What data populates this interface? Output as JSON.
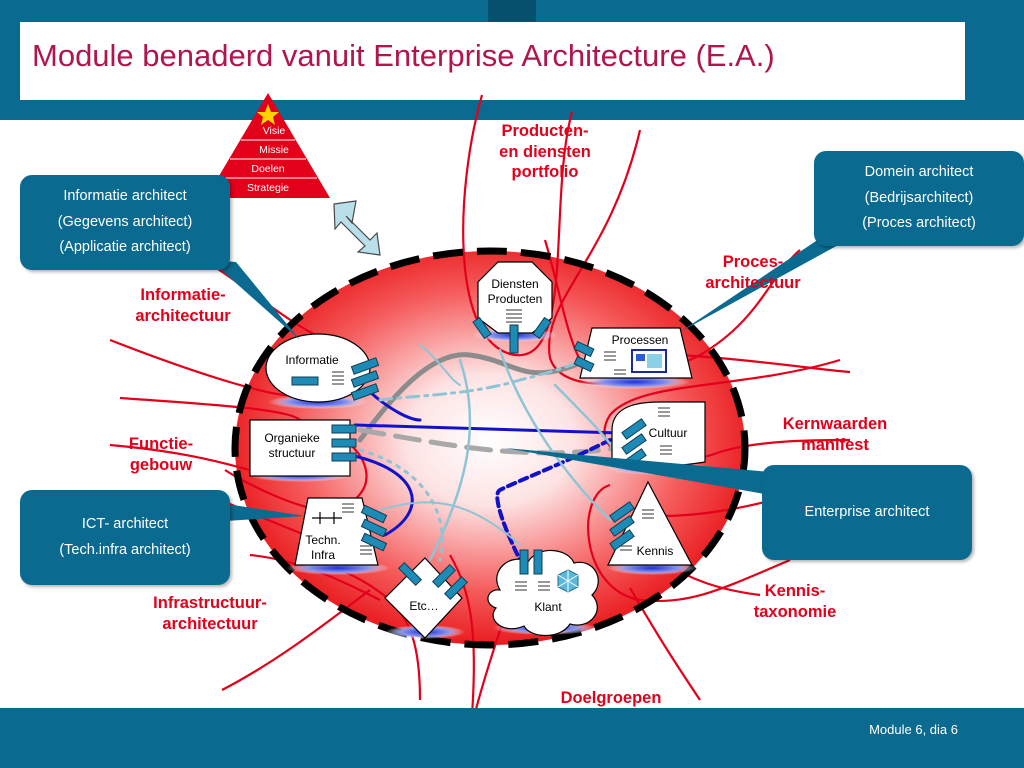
{
  "slide": {
    "title": "Module benaderd vanuit Enterprise Architecture (E.A.)",
    "footer": "Module 6, dia 6"
  },
  "pyramid": {
    "levels": [
      "Visie",
      "Missie",
      "Doelen",
      "Strategie"
    ]
  },
  "callouts": {
    "informatie_architect": [
      "Informatie architect",
      "(Gegevens architect)",
      "(Applicatie architect)"
    ],
    "domein_architect": [
      "Domein architect",
      "(Bedrijsarchitect)",
      "(Proces architect)"
    ],
    "ict_architect": [
      "ICT- architect",
      "(Tech.infra architect)"
    ],
    "enterprise_architect": "Enterprise architect"
  },
  "outer_labels": {
    "producten": "Producten-\nen diensten\nportfolio",
    "proces": "Proces-\narchitectuur",
    "informatie": "Informatie-\narchitectuur",
    "functie": "Functie-\ngebouw",
    "kernwaarden": "Kernwaarden\nmanifest",
    "infrastructuur": "Infrastructuur-\narchitectuur",
    "kennis": "Kennis-\ntaxonomie",
    "doelgroepen": "Doelgroepen"
  },
  "nodes": {
    "diensten": "Diensten\nProducten",
    "processen": "Processen",
    "informatie": "Informatie",
    "organieke": "Organieke\nstructuur",
    "cultuur": "Cultuur",
    "techn": "Techn.\nInfra",
    "kennis": "Kennis",
    "etc": "Etc…",
    "klant": "Klant"
  },
  "colors": {
    "header_band": "#0b6a8f",
    "title": "#b0164e",
    "emphasis_red": "#e3001b",
    "callout_fill": "#0b6a8f"
  }
}
